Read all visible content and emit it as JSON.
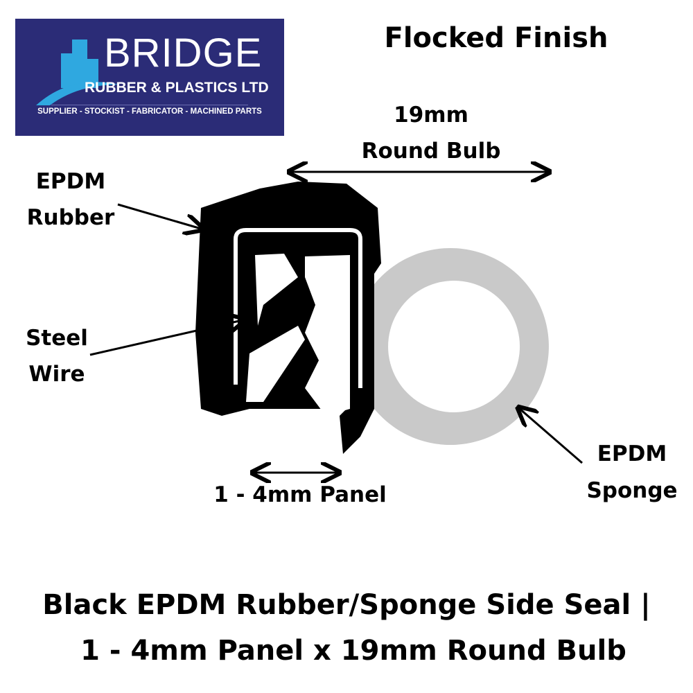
{
  "logo": {
    "name": "BRIDGE",
    "subtitle": "RUBBER & PLASTICS LTD",
    "tagline": "SUPPLIER - STOCKIST - FABRICATOR - MACHINED PARTS"
  },
  "heading": "Flocked Finish",
  "dimensions": {
    "bulb_line1": "19mm",
    "bulb_line2": "Round Bulb",
    "panel": "1 - 4mm Panel"
  },
  "labels": {
    "rubber": [
      "EPDM",
      "Rubber"
    ],
    "wire": [
      "Steel",
      "Wire"
    ],
    "sponge": [
      "EPDM",
      "Sponge"
    ]
  },
  "title": {
    "line1": "Black EPDM Rubber/Sponge Side Seal |",
    "line2": "1 - 4mm Panel x 19mm Round Bulb"
  },
  "colors": {
    "logo_bg": "#2b2c77",
    "logo_accent": "#2fa8e0",
    "rubber": "#000000",
    "sponge": "#c9c9c9"
  }
}
